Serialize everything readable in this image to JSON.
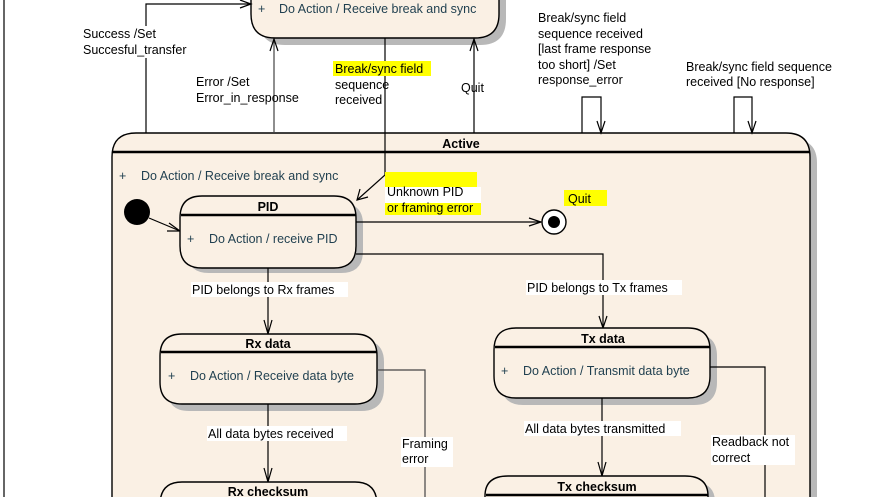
{
  "colors": {
    "state_fill": "#faf0e4",
    "highlight": "#ffff00",
    "action_text": "#1f3f4f",
    "line": "#000000"
  },
  "top_state": {
    "action_prefix": "+",
    "action": "Do Action / Receive break and sync"
  },
  "active_state": {
    "title": "Active",
    "action_prefix": "+",
    "action": "Do Action / Receive break and sync"
  },
  "states": {
    "pid": {
      "title": "PID",
      "action_prefix": "+",
      "action": "Do Action / receive PID"
    },
    "rx_data": {
      "title": "Rx data",
      "action_prefix": "+",
      "action": "Do Action / Receive data byte"
    },
    "tx_data": {
      "title": "Tx data",
      "action_prefix": "+",
      "action": "Do Action / Transmit data byte"
    },
    "rx_checksum": {
      "title": "Rx checksum"
    },
    "tx_checksum": {
      "title": "Tx checksum"
    }
  },
  "transitions": {
    "success": [
      "Success /Set",
      "Succesful_transfer"
    ],
    "error_in_response": [
      "Error /Set",
      "Error_in_response"
    ],
    "break_sync_received": [
      "Break/sync field",
      "sequence",
      "received"
    ],
    "quit_top": [
      "Quit"
    ],
    "break_sync_short": [
      "Break/sync field",
      "sequence received",
      "[last frame response",
      "too short] /Set",
      "response_error"
    ],
    "break_sync_no_response": [
      "Break/sync field sequence",
      "received [No response]"
    ],
    "unknown_pid": [
      "Unknown PID",
      "or framing error"
    ],
    "quit_inner": [
      "Quit"
    ],
    "pid_rx": [
      "PID belongs to Rx frames"
    ],
    "pid_tx": [
      "PID belongs to Tx frames"
    ],
    "all_rx": [
      "All data bytes received"
    ],
    "all_tx": [
      "All data bytes transmitted"
    ],
    "framing_error": [
      "Framing",
      "error"
    ],
    "readback_not_correct": [
      "Readback not",
      "correct"
    ]
  }
}
